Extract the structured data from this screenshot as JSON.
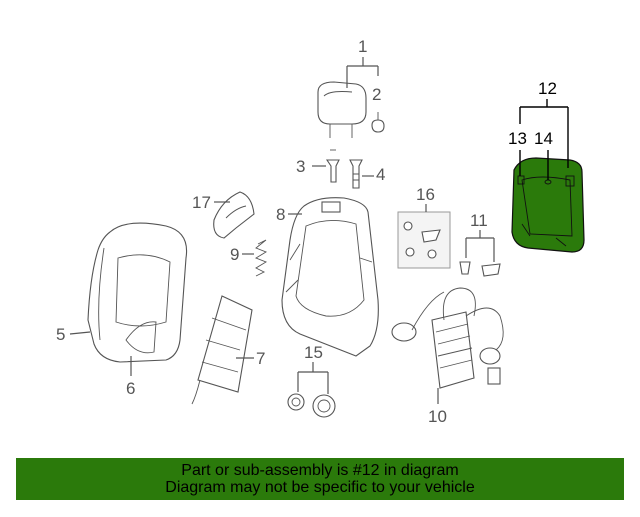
{
  "diagram": {
    "callouts": [
      {
        "id": "1",
        "text": "1"
      },
      {
        "id": "2",
        "text": "2"
      },
      {
        "id": "3",
        "text": "3"
      },
      {
        "id": "4",
        "text": "4"
      },
      {
        "id": "5",
        "text": "5"
      },
      {
        "id": "6",
        "text": "6"
      },
      {
        "id": "7",
        "text": "7"
      },
      {
        "id": "8",
        "text": "8"
      },
      {
        "id": "9",
        "text": "9"
      },
      {
        "id": "10",
        "text": "10"
      },
      {
        "id": "11",
        "text": "11"
      },
      {
        "id": "12",
        "text": "12"
      },
      {
        "id": "13",
        "text": "13"
      },
      {
        "id": "14",
        "text": "14"
      },
      {
        "id": "15",
        "text": "15"
      },
      {
        "id": "16",
        "text": "16"
      },
      {
        "id": "17",
        "text": "17"
      }
    ],
    "highlighted_part": "12",
    "highlight_color": "#2b7a0b"
  },
  "banner": {
    "line1": "Part or sub-assembly is #12 in diagram",
    "line2": "Diagram may not be specific to your vehicle",
    "background": "#2b7a0b"
  }
}
